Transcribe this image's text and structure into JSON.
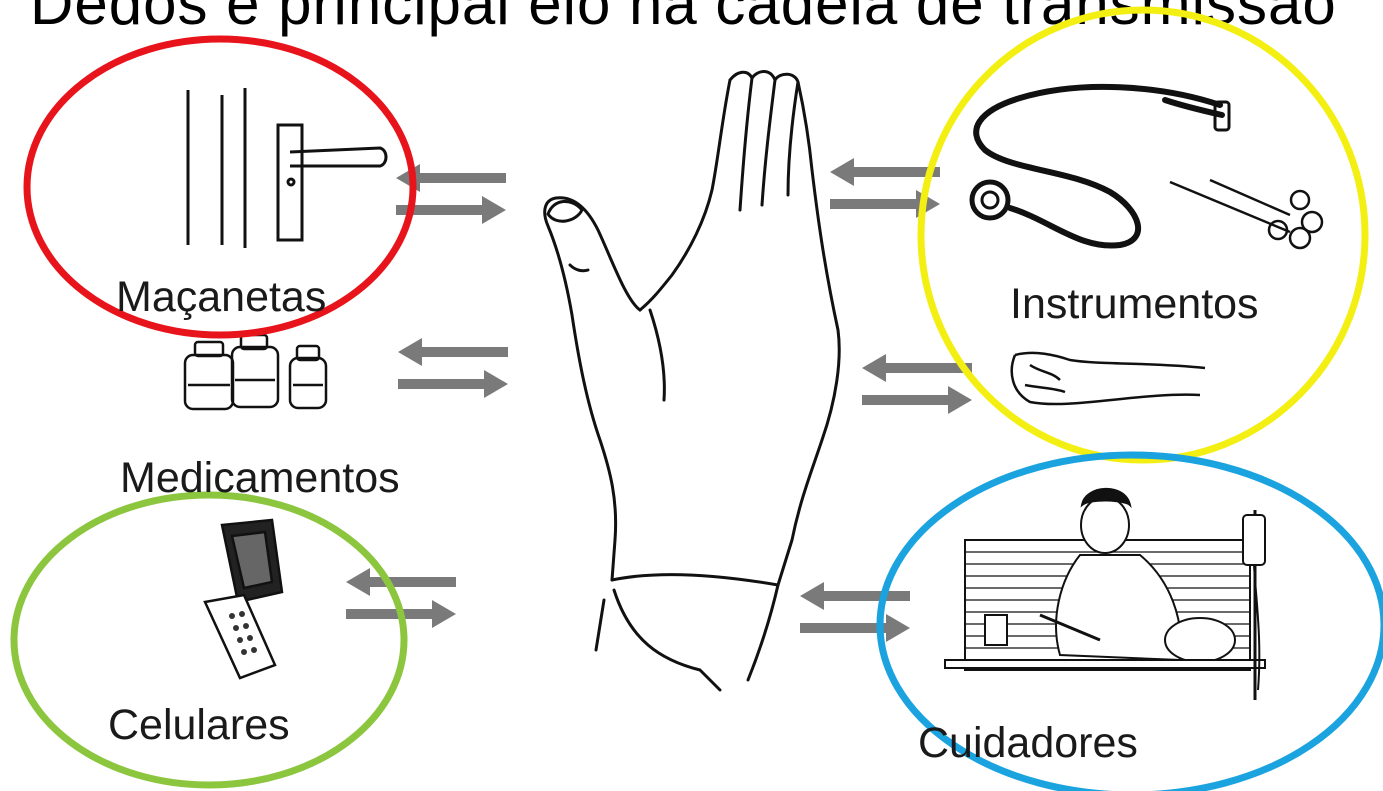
{
  "title": "Dedos e principal elo na cadeia de transmissão",
  "colors": {
    "red": "#e8141b",
    "yellow": "#f4ef12",
    "green": "#8cc63f",
    "blue": "#1ba3e0",
    "arrow": "#7a7a7a",
    "ink": "#1a1a1a"
  },
  "labels": {
    "macanetas": "Maçanetas",
    "medicamentos": "Medicamentos",
    "celulares": "Celulares",
    "instrumentos": "Instrumentos",
    "cuidadores": "Cuidadores"
  },
  "icons": {
    "center": "hand-icon",
    "macanetas": "door-handle-icon",
    "medicamentos": "medicine-bottles-icon",
    "celulares": "flip-phone-icon",
    "instrumentos": "stethoscope-scissors-icon",
    "patient_hand": "patient-hand-icon",
    "cuidadores": "nurse-caring-patient-icon"
  }
}
